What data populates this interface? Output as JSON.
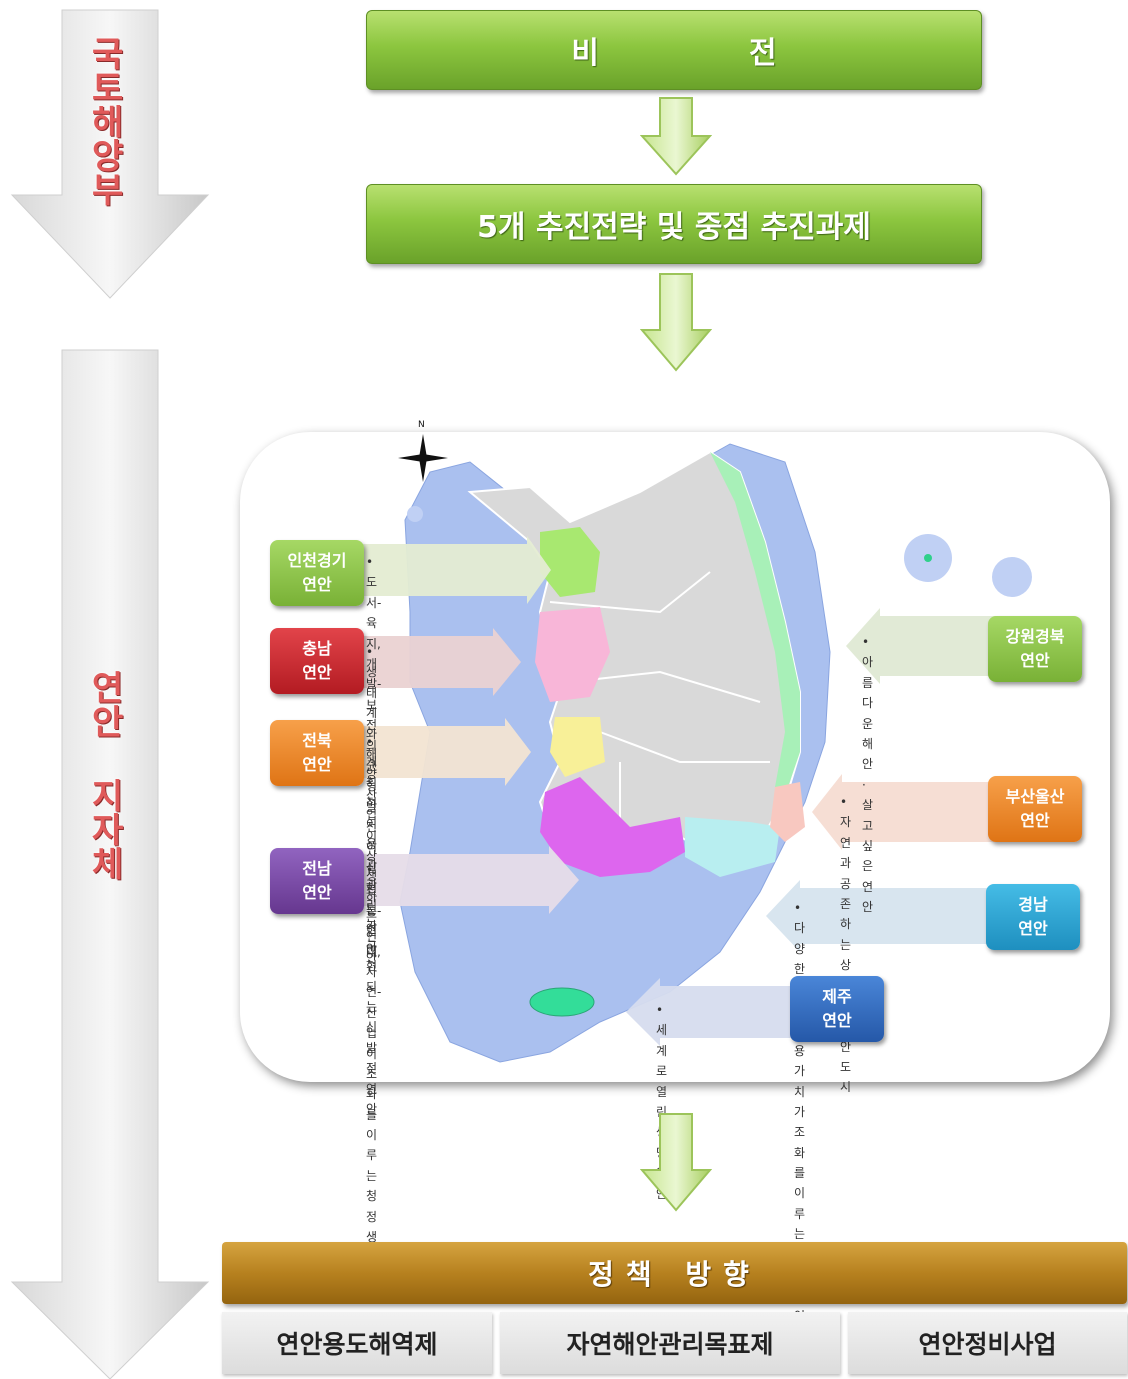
{
  "left": {
    "top_label": [
      "국",
      "토",
      "해",
      "양",
      "부"
    ],
    "bottom_label_a": [
      "연",
      "안"
    ],
    "bottom_label_b": [
      "지",
      "자",
      "체"
    ]
  },
  "vision": {
    "left": "비",
    "right": "전"
  },
  "strategy": "5개 추진전략 및 중점 추진과제",
  "map": {
    "compass_label": "N",
    "regions": [
      {
        "name_1": "인천경기",
        "name_2": "연안",
        "color": "#8cc63f",
        "desc": [
          "•도서-육지, 개발-보전의",
          "균형발전이 실현된 연안"
        ]
      },
      {
        "name_1": "충남",
        "name_2": "연안",
        "color": "#d0252a",
        "desc": [
          "•생태계와 해양산업이",
          "상생하는 연안"
        ]
      },
      {
        "name_1": "전북",
        "name_2": "연안",
        "color": "#f28a24",
        "desc": [
          "•계획적 이용과 관리가",
          "구현되는 신발전 연안"
        ]
      },
      {
        "name_1": "전남",
        "name_2": "연안",
        "color": "#7a4aa8",
        "desc": [
          "•전통-현대, 자연-산업이 조화를",
          "이루는 청정 생산 연안"
        ]
      },
      {
        "name_1": "강원경북",
        "name_2": "연안",
        "color": "#8cc63f",
        "desc": [
          "•아름다운 해안 · 살고",
          "싶은 연안"
        ]
      },
      {
        "name_1": "부산울산",
        "name_2": "연안",
        "color": "#f28a24",
        "desc": [
          "•자연과 공존하는 상생의",
          "연안도시"
        ]
      },
      {
        "name_1": "경남",
        "name_2": "연안",
        "color": "#2aa6d6",
        "desc": [
          "•다양한 연안이용 가치가 조화를",
          "이루는 생산적 연안"
        ]
      },
      {
        "name_1": "제주",
        "name_2": "연안",
        "color": "#2e6fc4",
        "desc": [
          "•세계로 열린 생명연안"
        ]
      }
    ]
  },
  "policy": {
    "title": "정책 방향",
    "items": [
      "연안용도해역제",
      "자연해안관리목표제",
      "연안정비사업"
    ]
  }
}
